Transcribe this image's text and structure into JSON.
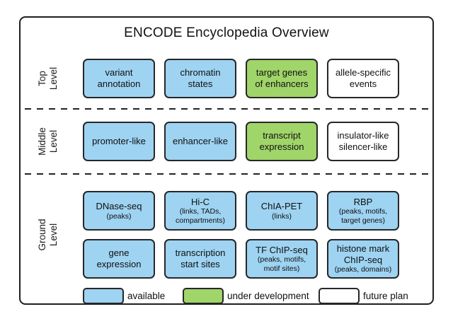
{
  "title": "ENCODE Encyclopedia Overview",
  "colors": {
    "available": "#9ED3F2",
    "under_development": "#A0D569",
    "future_plan": "#FFFFFF",
    "border": "#272727"
  },
  "levels": [
    {
      "name": "Top Level",
      "label_lines": [
        "Top",
        "Level"
      ],
      "rows": [
        {
          "boxes": [
            {
              "lines": [
                "variant",
                "annotation"
              ],
              "sub": [],
              "status": "available"
            },
            {
              "lines": [
                "chromatin",
                "states"
              ],
              "sub": [],
              "status": "available"
            },
            {
              "lines": [
                "target genes",
                "of enhancers"
              ],
              "sub": [],
              "status": "under_development"
            },
            {
              "lines": [
                "allele-specific",
                "events"
              ],
              "sub": [],
              "status": "future_plan"
            }
          ]
        }
      ]
    },
    {
      "name": "Middle Level",
      "label_lines": [
        "Middle",
        "Level"
      ],
      "rows": [
        {
          "boxes": [
            {
              "lines": [
                "promoter-like"
              ],
              "sub": [],
              "status": "available"
            },
            {
              "lines": [
                "enhancer-like"
              ],
              "sub": [],
              "status": "available"
            },
            {
              "lines": [
                "transcript",
                "expression"
              ],
              "sub": [],
              "status": "under_development"
            },
            {
              "lines": [
                "insulator-like",
                "silencer-like"
              ],
              "sub": [],
              "status": "future_plan"
            }
          ]
        }
      ]
    },
    {
      "name": "Ground Level",
      "label_lines": [
        "Ground",
        "Level"
      ],
      "rows": [
        {
          "boxes": [
            {
              "lines": [
                "DNase-seq"
              ],
              "sub": [
                "(peaks)"
              ],
              "status": "available"
            },
            {
              "lines": [
                "Hi-C"
              ],
              "sub": [
                "(links, TADs,",
                "compartments)"
              ],
              "status": "available"
            },
            {
              "lines": [
                "ChIA-PET"
              ],
              "sub": [
                "(links)"
              ],
              "status": "available"
            },
            {
              "lines": [
                "RBP"
              ],
              "sub": [
                "(peaks, motifs,",
                "target genes)"
              ],
              "status": "available"
            }
          ]
        },
        {
          "boxes": [
            {
              "lines": [
                "gene",
                "expression"
              ],
              "sub": [],
              "status": "available"
            },
            {
              "lines": [
                "transcription",
                "start sites"
              ],
              "sub": [],
              "status": "available"
            },
            {
              "lines": [
                "TF ChIP-seq"
              ],
              "sub": [
                "(peaks, motifs,",
                "motif sites)"
              ],
              "status": "available"
            },
            {
              "lines": [
                "histone mark",
                "ChIP-seq"
              ],
              "sub": [
                "(peaks, domains)"
              ],
              "status": "available"
            }
          ]
        }
      ]
    }
  ],
  "legend": [
    {
      "status": "available",
      "label": "available"
    },
    {
      "status": "under_development",
      "label": "under development"
    },
    {
      "status": "future_plan",
      "label": "future plan"
    }
  ]
}
